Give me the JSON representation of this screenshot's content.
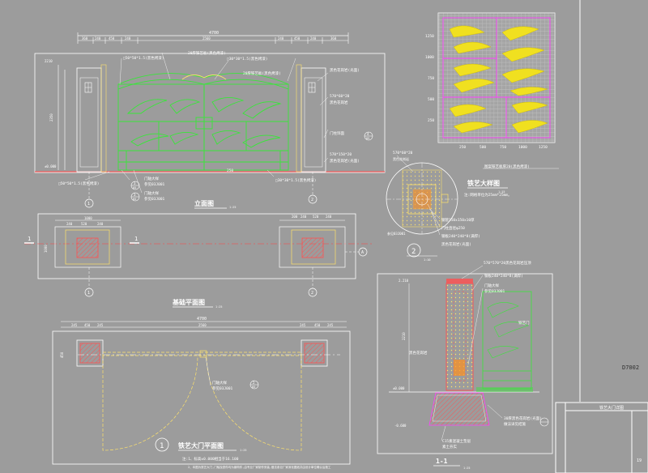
{
  "drawing": {
    "code": "D7002",
    "sheet_no": "19",
    "title_block_name": "铁艺大门详图"
  },
  "elevation": {
    "title": "立面图",
    "scale": "1:25",
    "total_dim": "4700",
    "top_dims": [
      "360",
      "240",
      "450",
      "240",
      "2560",
      "240",
      "450",
      "240",
      "360"
    ],
    "left_dims": [
      "2210",
      "2350",
      "±0.000"
    ],
    "notes": [
      "20厚铁艺板(黑色烤漆)",
      "□50*50*1.5(黑色烤漆)",
      "□30*30*1.5(黑色烤漆)",
      "20厚铁艺板(黑色烤漆)",
      "黑色花岗岩(光面)",
      "570*60*20",
      "黑色花岗岩",
      "门柱饰面",
      "570*150*20",
      "黑色花岗岩(光面)",
      "□50*50*1.5(黑色烤漆)",
      "门轴大样",
      "参见03J001",
      "门轴大样",
      "参见03J001",
      "250",
      "□30*30*1.5(黑色烤漆)"
    ],
    "callouts": [
      {
        "num": "3",
        "den": "05"
      },
      {
        "num": "3",
        "den": "05"
      },
      {
        "num": "4",
        "den": "05"
      }
    ],
    "axes": [
      "1",
      "2"
    ]
  },
  "foundation_plan": {
    "title": "基础平面图",
    "scale": "1:25",
    "dims_left": [
      "1000",
      "240",
      "520",
      "240"
    ],
    "dims_right": [
      "200",
      "240",
      "520",
      "240"
    ],
    "side_dim": "1000",
    "section_mark": "1",
    "axes": [
      "1",
      "2"
    ],
    "axis_a": "A"
  },
  "gate_plan": {
    "title": "铁艺大门平面图",
    "scale": "1:25",
    "num": "1",
    "total_dim": "4700",
    "dims": [
      "245",
      "450",
      "245",
      "2560",
      "245",
      "450",
      "245"
    ],
    "side_dim": "450",
    "door_notes": [
      "门轴大样",
      "参见03J001"
    ],
    "callout": {
      "num": "2",
      "den": "05"
    },
    "notes": [
      "注:1、标高±0.000相当于16.100",
      "2、本图为铁艺大门,门轴及铁件均为钢构件,由专业厂家制作安装,做法参见厂家深化图纸并由设计单位确认后施工"
    ]
  },
  "ironwork": {
    "title": "铁艺大样图",
    "scale": "1:15",
    "note": "注:网格单位为25mm*25mm。",
    "y_labels": [
      "1250",
      "1000",
      "750",
      "500",
      "250"
    ],
    "x_labels": [
      "250",
      "500",
      "750",
      "1000",
      "1250"
    ],
    "material_note": "图案铁艺板厚20(黑色烤漆)"
  },
  "detail2": {
    "num": "2",
    "scale": "1:10",
    "top_dim": "570*60*20",
    "side_note": "黑色花岗岩",
    "bottom_note": "参见03J001",
    "notes": [
      "钢管150x150x10厚",
      "门柱直径φ250",
      "钢板240*240*8(满焊)",
      "黑色花岗岩(光面)"
    ]
  },
  "section": {
    "title": "1-1",
    "scale": "1:25",
    "top_note": "570*570*20黑色花岗岩压顶",
    "notes": [
      "钢板240*240*8(满焊)",
      "门轴大样",
      "参见03J001",
      "铁艺门",
      "黑色花岗岩",
      "30厚黑色花岗岩(光面)",
      "做法详见结施",
      "C15素混凝土垫层",
      "素土夯实"
    ],
    "level_top": "2.210",
    "level_zero": "±0.000",
    "level_bottom": "-0.600",
    "dim_left": "2210"
  }
}
